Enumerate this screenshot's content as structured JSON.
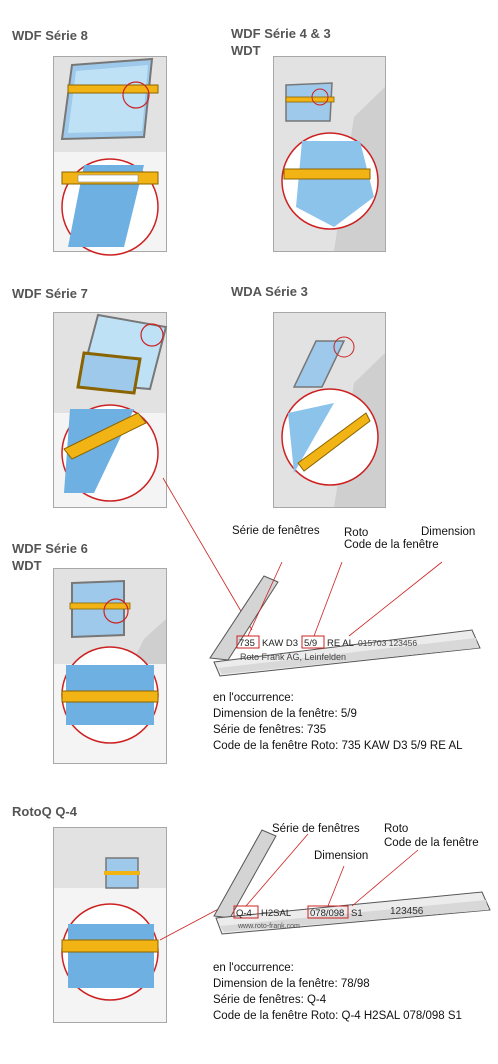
{
  "sections": [
    {
      "line1": "WDF  Série 8",
      "line2": ""
    },
    {
      "line1": "WDF  Série 4 & 3",
      "line2": "WDT"
    },
    {
      "line1": "WDF  Série 7",
      "line2": ""
    },
    {
      "line1": "WDA  Série 3",
      "line2": ""
    },
    {
      "line1": "WDF  Série 6",
      "line2": "WDT"
    },
    {
      "line1": "RotoQ Q-4",
      "line2": ""
    }
  ],
  "diagram1": {
    "label_serie": "Série de fenêtres",
    "label_roto": "Roto",
    "label_code": "Code de la fenêtre",
    "label_dimension": "Dimension",
    "strip_serie": "735",
    "strip_mid": "KAW D3",
    "strip_dim": "5/9",
    "strip_rest": "RE AL",
    "strip_num": "015703  123456",
    "strip_line2": "Roto Frank AG, Leinfelden",
    "info": [
      "en l'occurrence:",
      "Dimension de la fenêtre:   5/9",
      "Série de fenêtres:  735",
      "Code de la fenêtre Roto: 735 KAW D3 5/9 RE AL"
    ]
  },
  "diagram2": {
    "label_serie": "Série de fenêtres",
    "label_roto": "Roto",
    "label_code": "Code de la fenêtre",
    "label_dimension": "Dimension",
    "strip_serie": "Q-4",
    "strip_mid": "H2SAL",
    "strip_dim": "078/098",
    "strip_rest": "S1",
    "strip_num": "123456",
    "strip_line2": "www.roto-frank.com",
    "info": [
      "en l'occurrence:",
      "Dimension de la fenêtre:  78/98",
      "Série de fenêtres: Q-4",
      "Code de la fenêtre Roto: Q-4 H2SAL 078/098 S1"
    ]
  }
}
